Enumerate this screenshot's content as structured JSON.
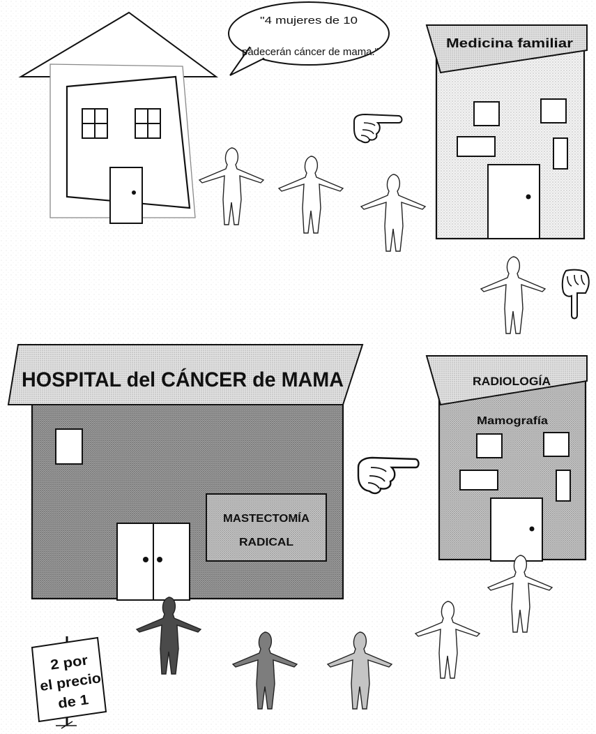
{
  "speech_bubble": {
    "line1": "\"4 mujeres de 10",
    "line2": "padecerán cáncer de mama.\""
  },
  "medicina_sign": "Medicina familiar",
  "hospital_sign": "HOSPITAL del CÁNCER de MAMA",
  "mastectomia": {
    "line1": "MASTECTOMÍA",
    "line2": "RADICAL"
  },
  "radiologia_sign": "RADIOLOGÍA",
  "mamografia_label": "Mamografía",
  "promo_sign": {
    "line1": "2 por",
    "line2": "el precio",
    "line3": "de 1"
  },
  "colors": {
    "stipple_light": "#e9e9e9",
    "stipple_dark": "#9a9a9a",
    "ink": "#111111",
    "figure_dark": "#4a4a4a",
    "figure_mid": "#7d7d7d",
    "figure_light": "#c4c4c4"
  }
}
